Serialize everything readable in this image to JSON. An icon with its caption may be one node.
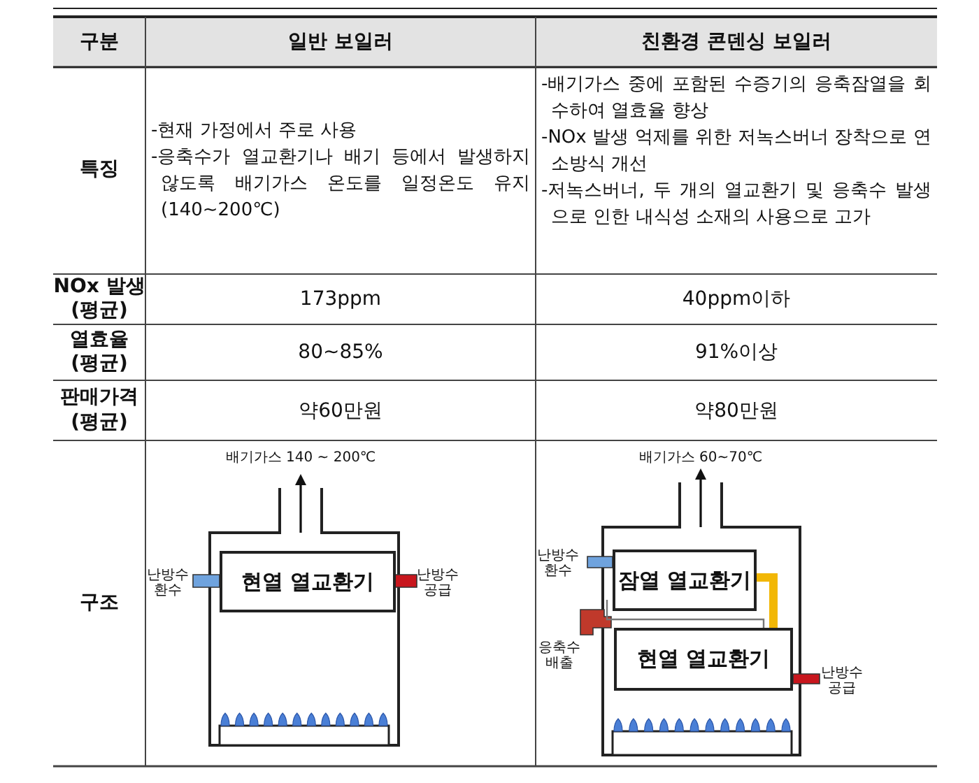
{
  "diagram": {
    "nodes": [
      {
        "text": [
          "현열 열교환기"
        ]
      },
      {
        "text": [
          "잠열 열교환기"
        ]
      },
      {
        "text": [
          "현열 열교환기"
        ]
      }
    ],
    "edges": [
      {
        "from": 1,
        "to": 2,
        "arrow": "none",
        "color": "#f2b705"
      }
    ],
    "labels": [
      "구분",
      "일반 보일러",
      "친환경 콘덴싱 보일러",
      "특징",
      "-현재 가정에서 주로 사용",
      "-응축수가 열교환기나 배기 등에서 발생하지 않도록 배기가스 온도를 일정온도 유지(140~200℃)",
      "-배기가스 중에 포함된 수증기의 응축잠열을 회수하여 열효율 향상",
      "-NOx 발생 억제를 위한 저녹스버너 장착으로 연소방식 개선",
      "-저녹스버너, 두 개의 열교환기 및 응축수 발생으로 인한 내식성 소재의 사용으로 고가",
      "NOx 발생 (평균)",
      "173ppm",
      "40ppm이하",
      "열효율 (평균)",
      "80~85%",
      "91%이상",
      "판매가격 (평균)",
      "약60만원",
      "약80만원",
      "구조",
      "배기가스 140 ~ 200℃",
      "난방수 환수",
      "난방수 공급",
      "배기가스 60~70℃",
      "난방수 환수",
      "응축수 배출",
      "난방수 공급"
    ]
  }
}
